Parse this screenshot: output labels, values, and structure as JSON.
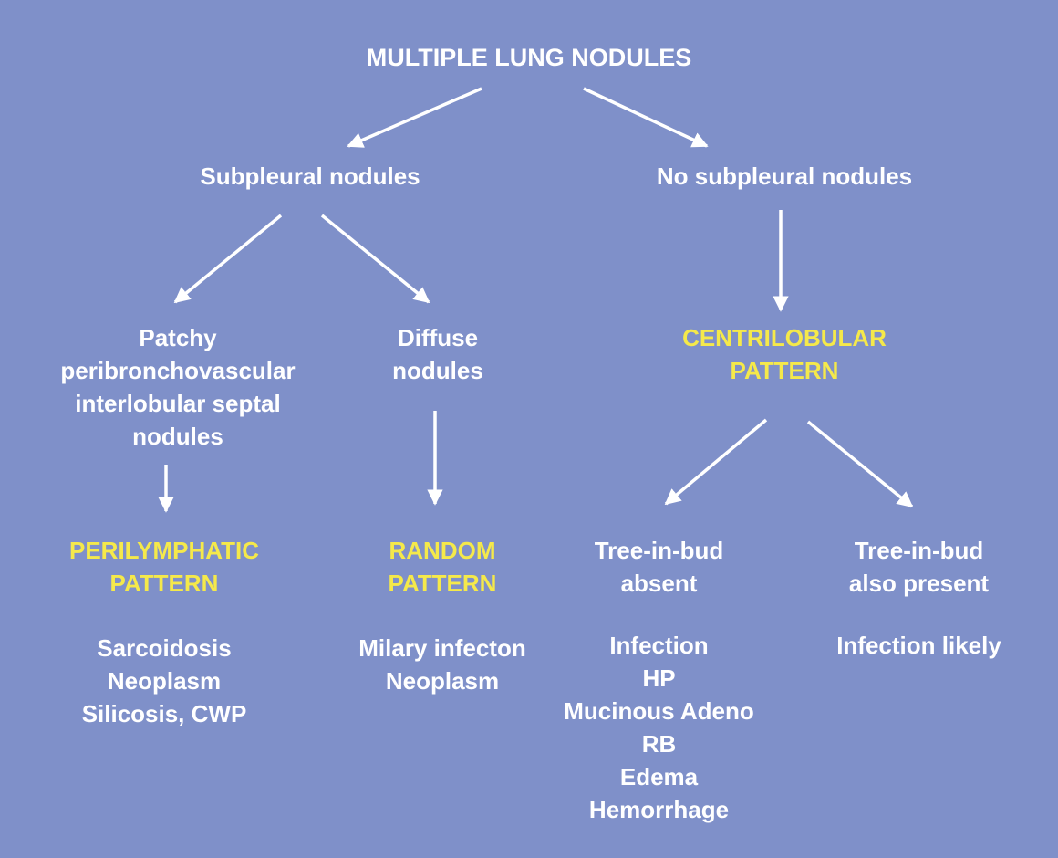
{
  "colors": {
    "background": "#7f90c9",
    "text": "#ffffff",
    "highlight": "#f5e94a",
    "arrow": "#ffffff"
  },
  "root": {
    "label": "MULTIPLE LUNG NODULES"
  },
  "level1": {
    "subpleural": "Subpleural nodules",
    "no_subpleural": "No subpleural nodules"
  },
  "level2": {
    "patchy": [
      "Patchy",
      "peribronchovascular",
      "interlobular septal",
      "nodules"
    ],
    "diffuse": [
      "Diffuse",
      "nodules"
    ],
    "centrilobular": [
      "CENTRILOBULAR",
      "PATTERN"
    ]
  },
  "patterns": {
    "perilymphatic": [
      "PERILYMPHATIC",
      "PATTERN"
    ],
    "random": [
      "RANDOM",
      "PATTERN"
    ],
    "tib_absent": [
      "Tree-in-bud",
      "absent"
    ],
    "tib_present": [
      "Tree-in-bud",
      "also present"
    ]
  },
  "diagnoses": {
    "perilymphatic": [
      "Sarcoidosis",
      "Neoplasm",
      "Silicosis, CWP"
    ],
    "random": [
      "Milary infecton",
      "Neoplasm"
    ],
    "tib_absent": [
      "Infection",
      "HP",
      "Mucinous Adeno",
      "RB",
      "Edema",
      "Hemorrhage"
    ],
    "tib_present": [
      "Infection likely"
    ]
  }
}
